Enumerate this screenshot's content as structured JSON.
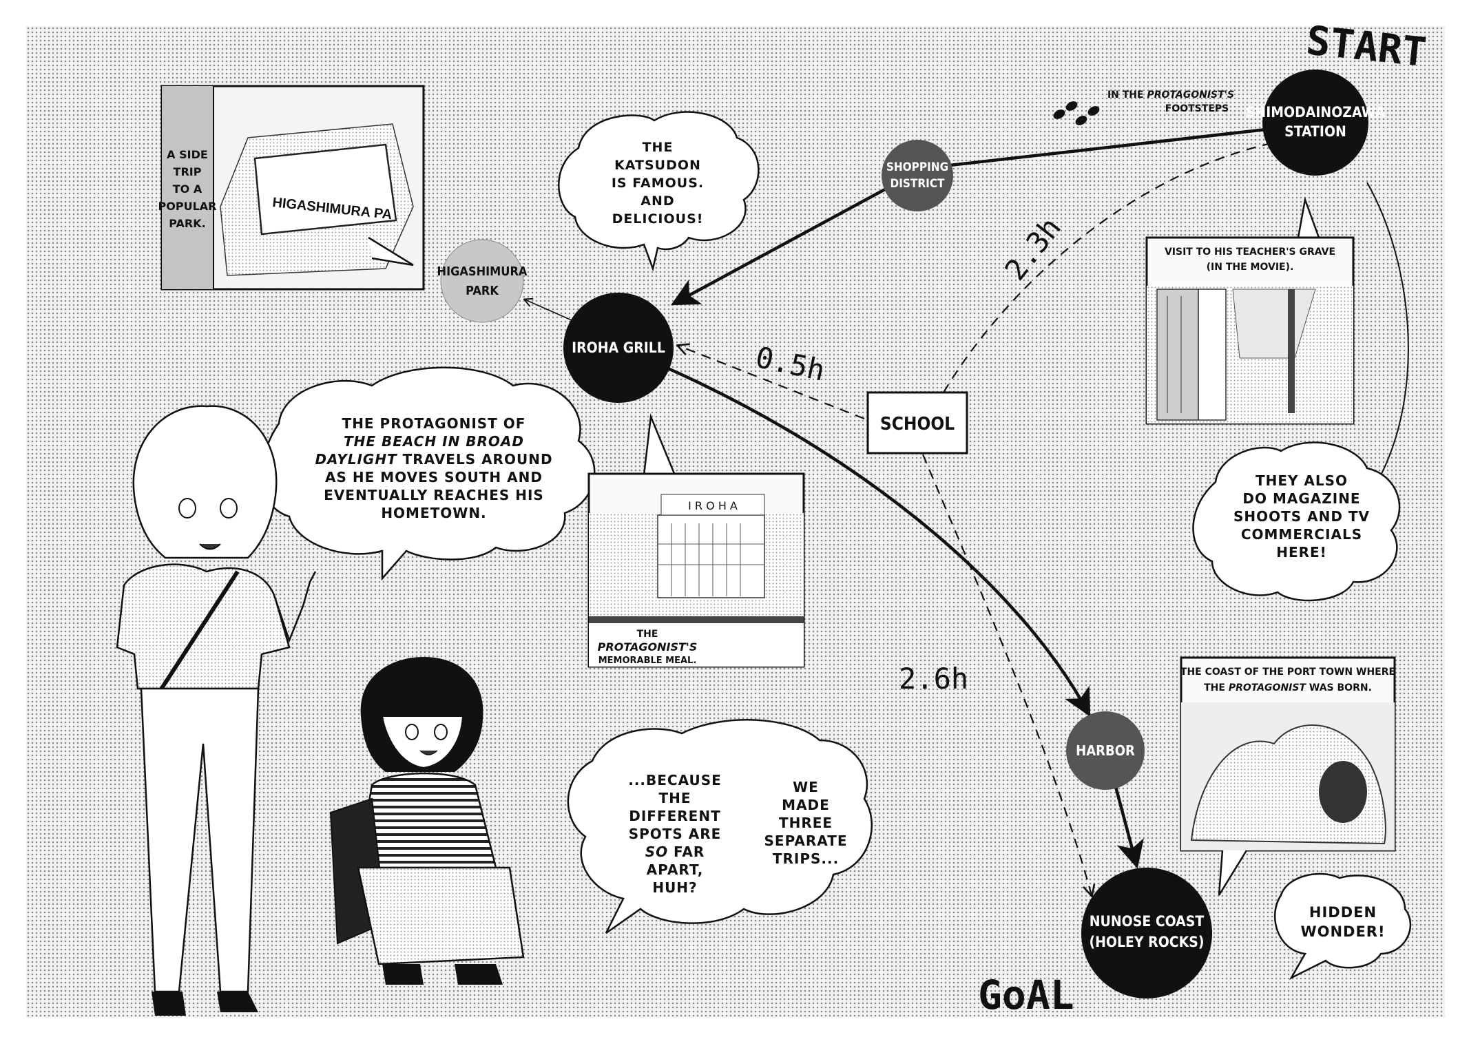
{
  "labels": {
    "start": "START",
    "goal": "GoAL",
    "footsteps_pre": "IN THE",
    "footsteps_em": "PROTAGONIST'S",
    "footsteps_post": "FOOTSTEPS"
  },
  "nodes": {
    "shimodainozawa_1": "SHIMODAINOZAWA",
    "shimodainozawa_2": "STATION",
    "shopping_1": "SHOPPING",
    "shopping_2": "DISTRICT",
    "higashimura_1": "HIGASHIMURA",
    "higashimura_2": "PARK",
    "iroha": "IROHA GRILL",
    "school": "SCHOOL",
    "harbor": "HARBOR",
    "nunose_1": "NUNOSE COAST",
    "nunose_2": "(HOLEY ROCKS)"
  },
  "durations": {
    "school_to_iroha": "0.5h",
    "school_to_station": "2.3h",
    "school_to_coast": "2.6h"
  },
  "bubbles": {
    "katsudon": [
      "THE",
      "KATSUDON",
      "IS FAMOUS.",
      "AND",
      "DELICIOUS!"
    ],
    "protagonist": {
      "line1": "THE PROTAGONIST OF",
      "line2_em": "THE BEACH IN BROAD",
      "line3_em": "DAYLIGHT",
      "line3_rest": " TRAVELS AROUND",
      "line4": "AS HE MOVES SOUTH AND",
      "line5": "EVENTUALLY REACHES HIS",
      "line6": "HOMETOWN."
    },
    "magazine": [
      "THEY ALSO",
      "DO MAGAZINE",
      "SHOOTS AND TV",
      "COMMERCIALS",
      "HERE!"
    ],
    "because": {
      "l1": "...BECAUSE",
      "l2": "THE",
      "l3": "DIFFERENT",
      "l4": "SPOTS ARE",
      "l5_em": "SO",
      "l5_rest": " FAR",
      "l6": "APART,",
      "l7": "HUH?"
    },
    "trips": [
      "WE",
      "MADE",
      "THREE",
      "SEPARATE",
      "TRIPS..."
    ],
    "hidden": [
      "HIDDEN",
      "WONDER!"
    ]
  },
  "panels": {
    "park_side": [
      "A SIDE",
      "TRIP",
      "TO A",
      "POPULAR",
      "PARK."
    ],
    "park_sign": "HIGASHIMURA PA",
    "grave_caption_1": "VISIT TO HIS TEACHER'S GRAVE",
    "grave_caption_2": "(IN THE MOVIE).",
    "meal_caption_1": "THE",
    "meal_caption_2_em": "PROTAGONIST'S",
    "meal_caption_3": "MEMORABLE MEAL.",
    "meal_sign": "I R O H A",
    "coast_caption_1": "THE COAST OF THE PORT TOWN WHERE",
    "coast_caption_2_pre": "THE ",
    "coast_caption_2_em": "PROTAGONIST",
    "coast_caption_2_post": " WAS BORN."
  },
  "colors": {
    "node_dark": "#111111",
    "node_gray": "#555555",
    "node_light_gray": "#c8c8c8"
  }
}
